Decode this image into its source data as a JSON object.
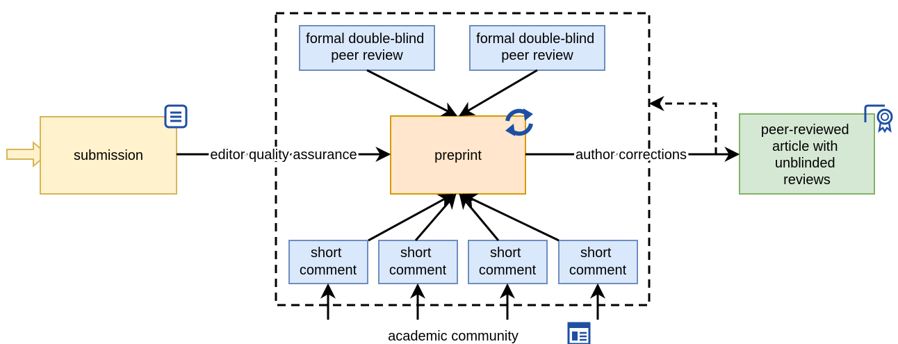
{
  "nodes": {
    "submission": {
      "label": "submission",
      "fill": "#fff2cc",
      "stroke": "#d6b656"
    },
    "preprint": {
      "label": "preprint",
      "fill": "#ffe6cc",
      "stroke": "#d79b00"
    },
    "article": {
      "lines": [
        "peer-reviewed",
        "article with",
        "unblinded",
        "reviews"
      ],
      "fill": "#d5e8d4",
      "stroke": "#82b366"
    },
    "formal_reviews": [
      {
        "lines": [
          "formal double-blind",
          "peer review"
        ]
      },
      {
        "lines": [
          "formal double-blind",
          "peer review"
        ]
      }
    ],
    "short_comments": [
      {
        "lines": [
          "short",
          "comment"
        ]
      },
      {
        "lines": [
          "short",
          "comment"
        ]
      },
      {
        "lines": [
          "short",
          "comment"
        ]
      },
      {
        "lines": [
          "short",
          "comment"
        ]
      }
    ],
    "review_style": {
      "fill": "#dae8fc",
      "stroke": "#6c8ebf"
    }
  },
  "edges": {
    "editor_quality_assurance": "editor quality assurance",
    "author_corrections": "author corrections"
  },
  "labels": {
    "academic_community": "academic community"
  },
  "icons": {
    "submission": "document-icon",
    "preprint": "refresh-icon",
    "article": "certificate-icon",
    "community": "article-layout-icon",
    "icon_color": "#1e4fa3"
  }
}
